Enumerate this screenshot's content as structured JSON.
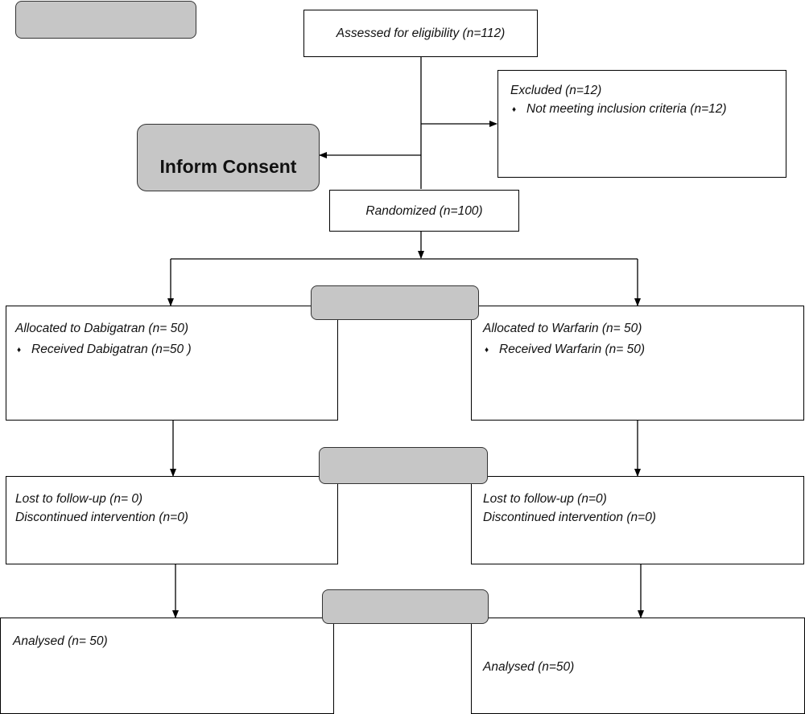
{
  "assessed": "Assessed for eligibility (n=112)",
  "excluded": {
    "title": "Excluded (n=12)",
    "bullet_glyph": "♦",
    "item": "Not meeting inclusion criteria (n=12)"
  },
  "consent": "Inform Consent",
  "randomized": "Randomized (n=100)",
  "arms": {
    "left": {
      "allocated": "Allocated to Dabigatran (n= 50)",
      "received": "Received Dabigatran (n=50  )",
      "lost": "Lost to follow-up (n= 0)",
      "discontinued": "Discontinued intervention (n=0)",
      "analysed": "Analysed (n= 50)"
    },
    "right": {
      "allocated": "Allocated to Warfarin (n= 50)",
      "received": "Received Warfarin (n= 50)",
      "lost": "Lost to follow-up (n=0)",
      "discontinued": "Discontinued intervention (n=0)",
      "analysed": "Analysed (n=50)"
    }
  },
  "colors": {
    "stage_fill": "#c6c6c6",
    "line": "#000000"
  }
}
